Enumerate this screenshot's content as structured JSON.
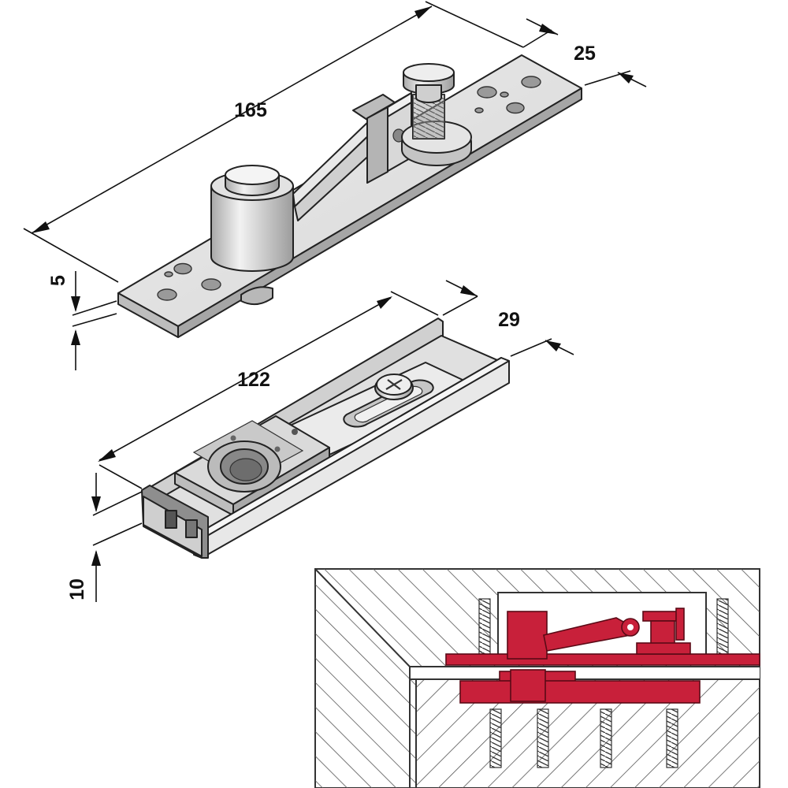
{
  "dimensions": {
    "pivot_length": "165",
    "pivot_width": "25",
    "pivot_thickness": "5",
    "channel_length": "122",
    "channel_width": "29",
    "channel_height": "10"
  },
  "colors": {
    "metal_light": "#e6e6e6",
    "metal_mid": "#c8c8c8",
    "metal_dark": "#9a9a9a",
    "section_red": "#c8203a",
    "hatch": "#555555"
  }
}
